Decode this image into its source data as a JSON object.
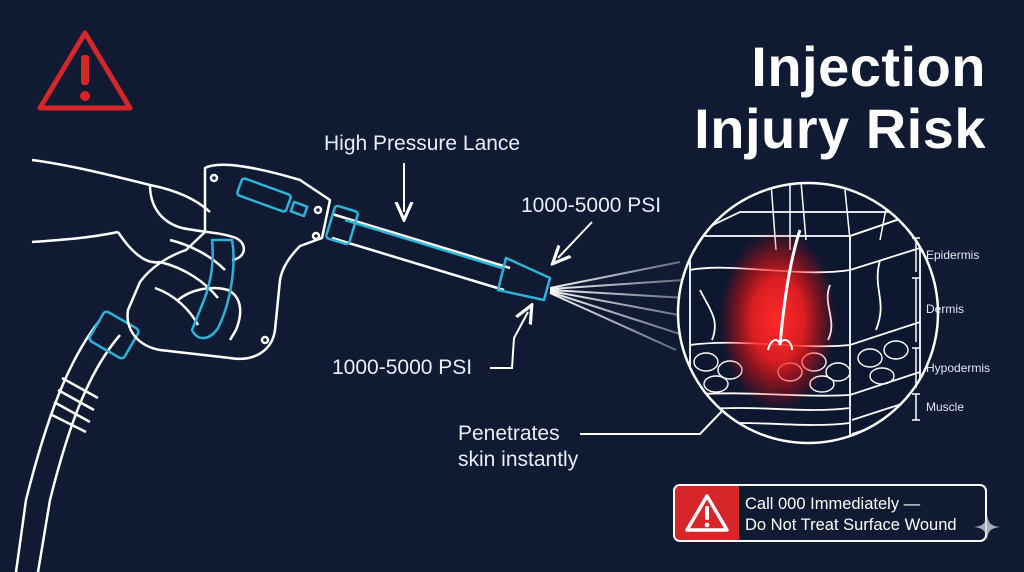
{
  "title": {
    "line1": "Injection",
    "line2": "Injury Risk"
  },
  "labels": {
    "lance": "High Pressure Lance",
    "psi_top": "1000-5000 PSI",
    "psi_bottom": "1000-5000 PSI",
    "penetrates_line1": "Penetrates",
    "penetrates_line2": "skin instantly"
  },
  "skin_layers": [
    "Epidermis",
    "Dermis",
    "Hypodermis",
    "Muscle"
  ],
  "callout": {
    "line1": "Call 000 Immediately —",
    "line2": "Do Not Treat Surface Wound"
  },
  "icons": {
    "warning": "warning-triangle-icon",
    "callout_warning": "warning-triangle-icon",
    "sparkle": "sparkle-icon"
  },
  "colors": {
    "background": "#101a33",
    "line": "#ffffff",
    "accent": "#2bb3d9",
    "danger": "#d6262a",
    "injury_glow": "#ff2a2a"
  }
}
